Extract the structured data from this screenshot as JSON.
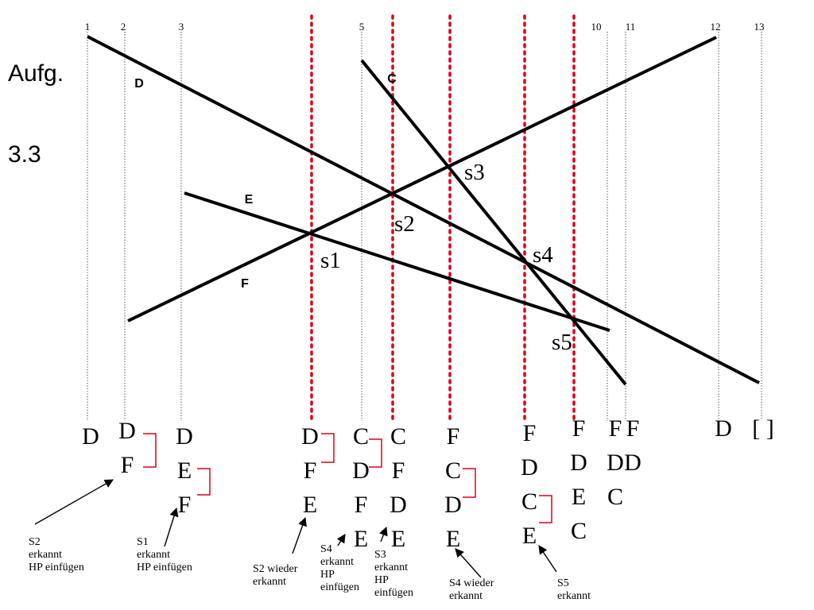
{
  "title": {
    "line1": "Aufg.",
    "line2": "3.3"
  },
  "colors": {
    "sweep_line": "#e0001a",
    "bracket": "#e0001a",
    "segment": "#000000",
    "guide": "#000000"
  },
  "column_numbers": [
    "1",
    "2",
    "3",
    "5",
    "10",
    "11",
    "12",
    "13"
  ],
  "segment_labels": [
    "D",
    "C",
    "E",
    "F"
  ],
  "intersections": [
    "s1",
    "s2",
    "s3",
    "s4",
    "s5"
  ],
  "status_stacks": [
    [
      "D"
    ],
    [
      "D",
      "F"
    ],
    [
      "D",
      "E",
      "F"
    ],
    [
      "D",
      "F",
      "E"
    ],
    [
      "C",
      "D",
      "F",
      "E"
    ],
    [
      "C",
      "F",
      "D",
      "E"
    ],
    [
      "F",
      "C",
      "D",
      "E"
    ],
    [
      "F",
      "D",
      "C",
      "E"
    ],
    [
      "F",
      "D",
      "E",
      "C"
    ],
    [
      "F",
      "D",
      "C"
    ],
    [
      "F",
      "D"
    ],
    [
      "D"
    ],
    [
      "[ ]"
    ]
  ],
  "notes": [
    {
      "lines": [
        "S2",
        "erkannt",
        "HP einfügen"
      ]
    },
    {
      "lines": [
        "S1",
        "erkannt",
        "HP einfügen"
      ]
    },
    {
      "lines": [
        "S2 wieder",
        "erkannt"
      ]
    },
    {
      "lines": [
        "S4",
        "erkannt",
        "HP",
        "einfügen"
      ]
    },
    {
      "lines": [
        "S3",
        "erkannt",
        "HP",
        "einfügen"
      ]
    },
    {
      "lines": [
        "S4 wieder",
        "erkannt"
      ]
    },
    {
      "lines": [
        "S5",
        "erkannt"
      ]
    }
  ]
}
